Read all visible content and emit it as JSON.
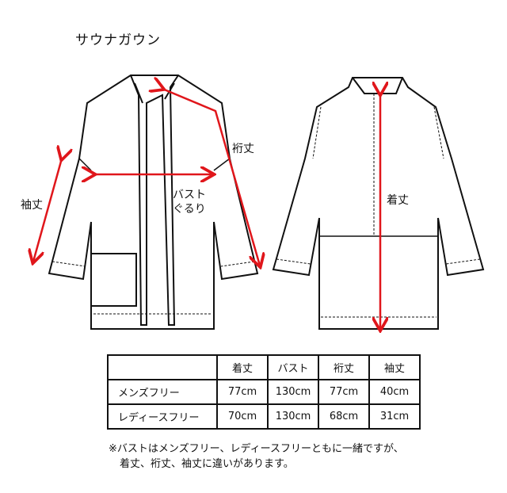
{
  "title": "サウナガウン",
  "labels": {
    "sleeve": "袖丈",
    "yuki": "裄丈",
    "bust_1": "バスト",
    "bust_2": "ぐるり",
    "length": "着丈"
  },
  "table": {
    "headers": [
      "",
      "着丈",
      "バスト",
      "裄丈",
      "袖丈"
    ],
    "rows": [
      {
        "name": "メンズフリー",
        "values": [
          "77cm",
          "130cm",
          "77cm",
          "40cm"
        ]
      },
      {
        "name": "レディースフリー",
        "values": [
          "70cm",
          "130cm",
          "68cm",
          "31cm"
        ]
      }
    ]
  },
  "note": [
    "※バストはメンズフリー、レディースフリーともに一緒ですが、",
    "着丈、裄丈、袖丈に違いがあります。"
  ],
  "colors": {
    "arrow": "#e0161b",
    "line": "#111111"
  }
}
